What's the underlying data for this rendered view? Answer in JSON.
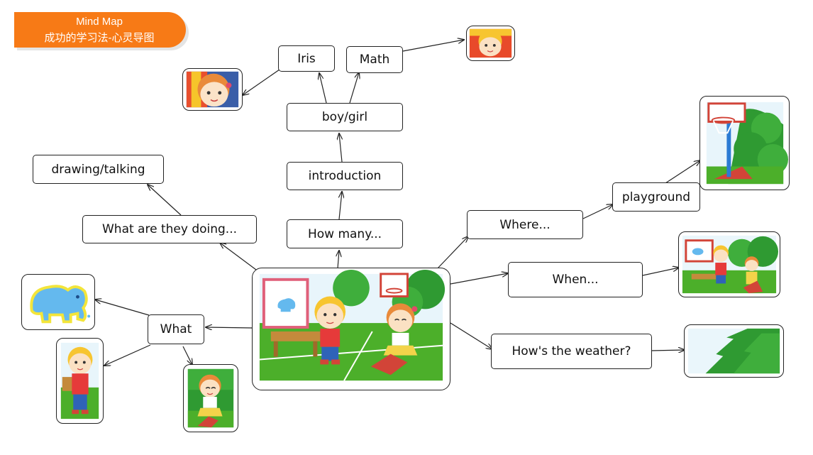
{
  "header": {
    "line1": "Mind Map",
    "line2": "成功的学习法-心灵导图"
  },
  "nodes": {
    "iris": "Iris",
    "math": "Math",
    "boy_girl": "boy/girl",
    "introduction": "introduction",
    "how_many": "How many...",
    "drawing_talking": "drawing/talking",
    "what_doing": "What are they doing...",
    "where": "Where...",
    "playground": "playground",
    "when": "When...",
    "weather": "How's the weather?",
    "what": "What"
  },
  "colors": {
    "header": "#f77a16",
    "grass": "#4caf2a",
    "sky": "#e8f6fb",
    "tree": "#2f9a32"
  },
  "images": [
    "girl-face",
    "boy-face",
    "central-scene",
    "basketball-hoop",
    "kids-playing",
    "tree",
    "elephant",
    "boy",
    "girl"
  ]
}
